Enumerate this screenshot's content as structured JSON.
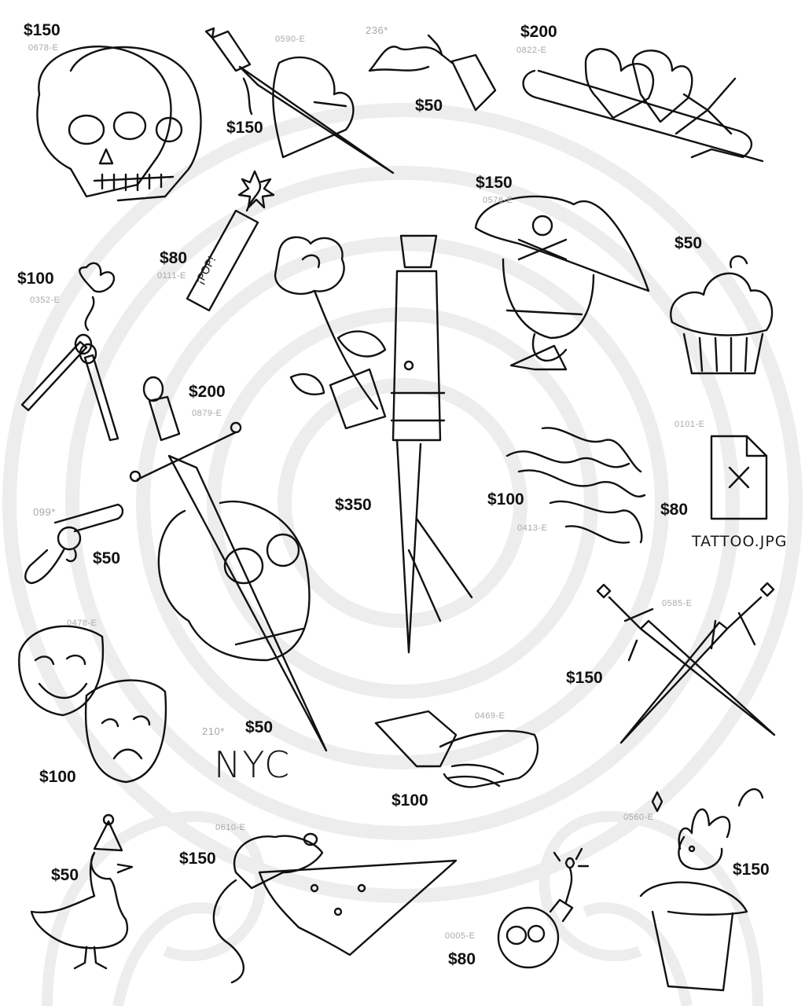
{
  "sheet": {
    "flashes": [
      {
        "id": "double-skull",
        "price": "$150",
        "code": "0678-E"
      },
      {
        "id": "dagger-heart",
        "price": "$150",
        "code": "0590-E"
      },
      {
        "id": "molotov",
        "price": "$50",
        "code": "236*"
      },
      {
        "id": "safety-pin-hearts",
        "price": "$200",
        "code": "0822-E"
      },
      {
        "id": "pop-firecracker",
        "price": "$80",
        "code": "0111-E",
        "text": "¡POP!"
      },
      {
        "id": "pirate",
        "price": "$150",
        "code": "0578-E"
      },
      {
        "id": "cupcake",
        "price": "$50"
      },
      {
        "id": "matches",
        "price": "$100",
        "code": "0352-E"
      },
      {
        "id": "skull-dagger",
        "price": "$200",
        "code": "0879-E"
      },
      {
        "id": "rose-switchblade",
        "price": "$350"
      },
      {
        "id": "smoke-wisps",
        "price": "$100",
        "code": "0413-E"
      },
      {
        "id": "missing-image",
        "price": "$80",
        "code": "0101-E",
        "text": "TATTOO.JPG"
      },
      {
        "id": "pistol",
        "price": "$50",
        "code": "099*"
      },
      {
        "id": "crossed-swords",
        "price": "$150",
        "code": "0585-E"
      },
      {
        "id": "theater-masks",
        "price": "$100",
        "code": "0478-E"
      },
      {
        "id": "nyc",
        "price": "$50",
        "code": "210*",
        "text": "NYC"
      },
      {
        "id": "handshake",
        "price": "$100",
        "code": "0469-E"
      },
      {
        "id": "party-duck",
        "price": "$50"
      },
      {
        "id": "rat-pizza",
        "price": "$150",
        "code": "0610-E"
      },
      {
        "id": "skull-bomb",
        "price": "$80",
        "code": "0005-E"
      },
      {
        "id": "rabbit-hat",
        "price": "$150",
        "code": "0560-E"
      }
    ]
  }
}
